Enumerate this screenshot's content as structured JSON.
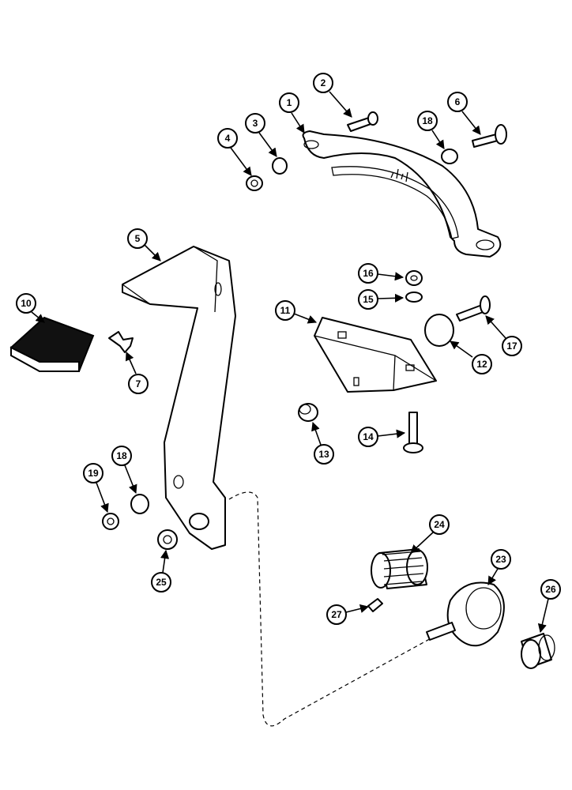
{
  "diagram": {
    "callouts": {
      "c1": "1",
      "c2": "2",
      "c3": "3",
      "c4": "4",
      "c5": "5",
      "c6": "6",
      "c7": "7",
      "c10": "10",
      "c11": "11",
      "c12": "12",
      "c13": "13",
      "c14": "14",
      "c15": "15",
      "c16": "16",
      "c17": "17",
      "c18a": "18",
      "c18b": "18",
      "c19": "19",
      "c23": "23",
      "c24": "24",
      "c25": "25",
      "c26": "26",
      "c27": "27"
    }
  }
}
